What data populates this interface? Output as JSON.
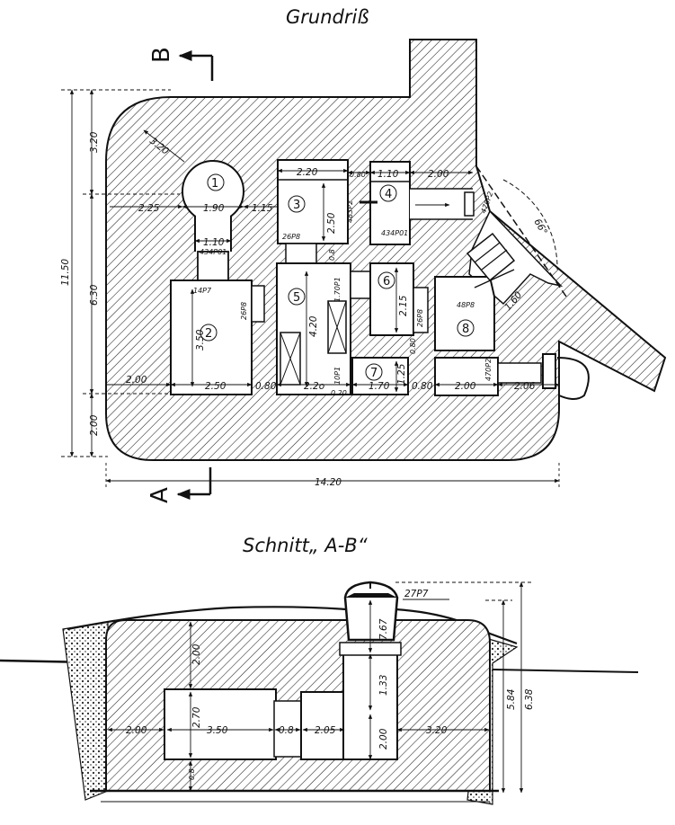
{
  "titles": {
    "plan": "Grundriß",
    "section": "Schnitt„ A-B“"
  },
  "section_markers": {
    "top": "B",
    "bottom": "A"
  },
  "rooms": [
    "1",
    "2",
    "3",
    "4",
    "5",
    "6",
    "7",
    "8"
  ],
  "plan_dims": {
    "overall_width": "14.20",
    "overall_height": "11.50",
    "left_v_top": "3.20",
    "left_v_mid": "6.30",
    "left_v_bottom": "2.00",
    "radius": "3.20",
    "bottom_2_00": "2.00",
    "bottom_2_50": "2.50",
    "bottom_0_80a": "0.80",
    "bottom_2_20": "2.2o",
    "bottom_0_20": "0.20",
    "bottom_1_70": "1.70",
    "bottom_0_80b": "0.80",
    "bottom_2_00b": "2.00",
    "bottom_2_06": "2.06",
    "r1_left": "2.25",
    "r1_width": "1.90",
    "r1_right": "1.15",
    "r1_neck": "1.10",
    "r1_neck_code": "434P01",
    "r2_height": "3.50",
    "r2_code": "14P7",
    "r2_side_code": "26P8",
    "r3_width": "2.20",
    "r3_height": "2.50",
    "r3_code": "26P8",
    "r3_side_code": "483P2",
    "r3_r4_gap": "0.80",
    "r4_width": "1.10",
    "r4_right": "2.00",
    "r4_code": "434P01",
    "r5_height": "4.20",
    "r5_top_gap": "0.8",
    "r5_code": "1.70P1",
    "r5_bottom_code": "10P1",
    "r6_height": "2.15",
    "r6_code": "26P8",
    "r6_gap": "0.80",
    "r7_height": "1.25",
    "r8_code": "48P8",
    "r8_side_code": "470P2",
    "embrasure_code": "470P2",
    "embrasure_depth": "1.60",
    "angle": "66°"
  },
  "section_dims": {
    "top_code": "27P7",
    "h1": "7.67",
    "h2": "1.33",
    "h3": "2.00",
    "h4": "2.70",
    "h5": "2.00",
    "w1": "2.00",
    "w2": "3.50",
    "w3": "0.8",
    "w4": "2.05",
    "w5": "3.20",
    "floor": "0.8",
    "total1": "5.84",
    "total2": "6.38"
  }
}
